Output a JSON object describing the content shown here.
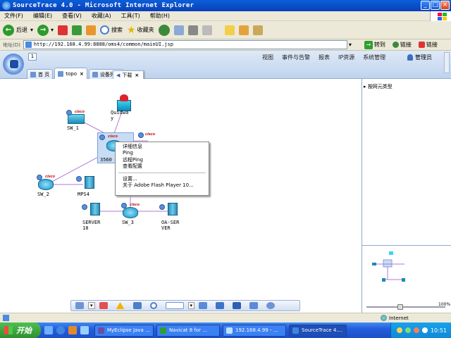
{
  "window": {
    "title": "SourceTrace 4.0 - Microsoft Internet Explorer",
    "min": "_",
    "max": "□",
    "close": "×"
  },
  "menubar": {
    "items": [
      "文件(F)",
      "编辑(E)",
      "查看(V)",
      "收藏(A)",
      "工具(T)",
      "帮助(H)"
    ]
  },
  "toolbar": {
    "back": "后退",
    "search": "搜索",
    "favorites": "收藏夹"
  },
  "addressbar": {
    "label": "地址(D)",
    "url": "http://192.168.4.99:8888/oms4/common/mainUI.jsp",
    "go": "转到",
    "links": "链接",
    "other": "链接"
  },
  "app": {
    "header_mini": "1",
    "nav": [
      "视图",
      "事件与告警",
      "报表",
      "IP资源",
      "系统管理"
    ],
    "user": "管理员"
  },
  "tabs": [
    {
      "label": "首 页"
    },
    {
      "label": "topo",
      "close": "×"
    },
    {
      "label": "设备列表"
    }
  ],
  "tab_popup": {
    "label": "下载",
    "close": "×"
  },
  "topology": {
    "nodes": [
      {
        "label": "Quidwa\ny"
      },
      {
        "label": "SW_1"
      },
      {
        "label": "3560"
      },
      {
        "label": "SW_2"
      },
      {
        "label": "MPS4"
      },
      {
        "label": "SERVER\n18"
      },
      {
        "label": "SW_3"
      },
      {
        "label": "OA-SER\nVER"
      }
    ],
    "brand": "cisco"
  },
  "context_menu": {
    "items": [
      "详细信息",
      "Ping",
      "远程Ping",
      "查看配置"
    ],
    "items2": [
      "设置...",
      "关于 Adobe Flash Player 10..."
    ]
  },
  "right_panel": {
    "title": "按网元类型",
    "zoom": "100%"
  },
  "statusbar": {
    "zone": "Internet"
  },
  "taskbar": {
    "start": "开始",
    "tasks": [
      "MyEclipse Java ...",
      "Navicat 8 for ...",
      "192.168.4.99 - ...",
      "SourceTrace 4...."
    ],
    "clock": "10:51"
  }
}
